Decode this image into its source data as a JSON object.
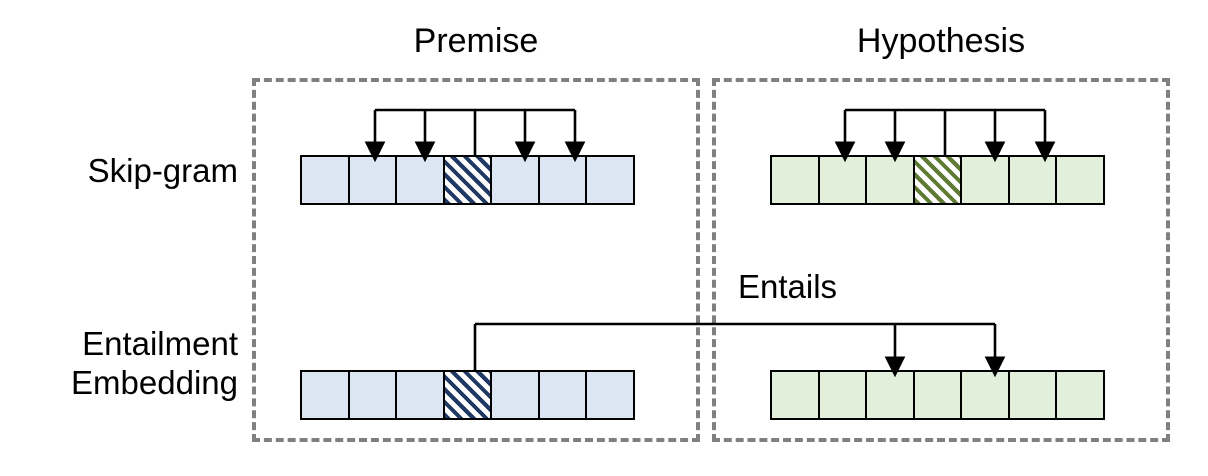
{
  "figure": {
    "title_premise": "Premise",
    "title_hypothesis": "Hypothesis",
    "caption_entails": "Entails"
  },
  "rows": [
    {
      "id": "skipgram",
      "label": "Skip-gram",
      "premise": {
        "color": "#dce6f2",
        "cells": 7,
        "hatched_index": 3,
        "hatch_color": "#1f3864",
        "arrow_targets": [
          1,
          2,
          4,
          5
        ]
      },
      "hypothesis": {
        "color": "#e2efda",
        "cells": 7,
        "hatched_index": 3,
        "hatch_color": "#5e7b33",
        "arrow_targets": [
          1,
          2,
          4,
          5
        ]
      }
    },
    {
      "id": "entailment-embedding",
      "label_line1": "Entailment",
      "label_line2": "Embedding",
      "premise": {
        "color": "#dce6f2",
        "cells": 7,
        "hatched_index": 3,
        "hatch_color": "#1f3864",
        "arrow_targets": []
      },
      "hypothesis": {
        "color": "#e2efda",
        "cells": 7,
        "hatched_index": -1,
        "hatch_color": "",
        "arrow_targets": [
          2,
          4
        ]
      }
    }
  ],
  "style": {
    "panel_border_color": "#808080",
    "cell_border_color": "#000000",
    "arrow_color": "#000000",
    "blue_fill": "#dce6f2",
    "green_fill": "#e2efda"
  }
}
